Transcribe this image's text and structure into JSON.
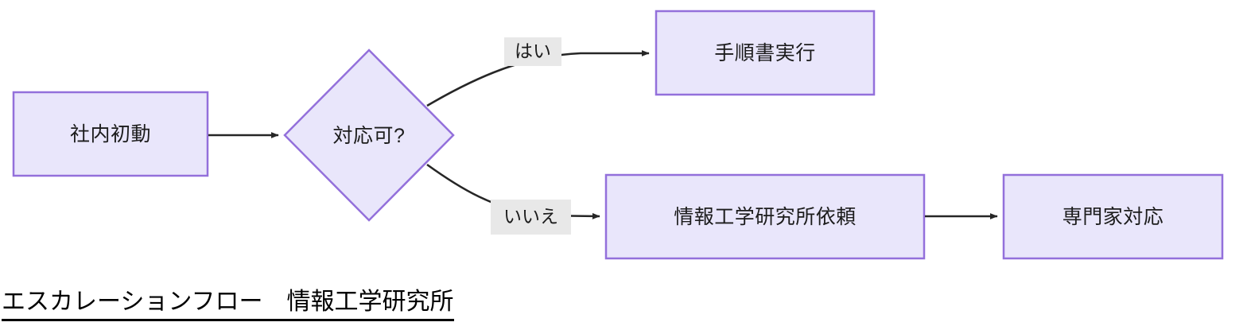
{
  "diagram": {
    "type": "flowchart",
    "direction": "left-to-right",
    "caption": "エスカレーションフロー　情報工学研究所",
    "colors": {
      "node_fill": "#e9e6fb",
      "node_border": "#9370db",
      "edge_stroke": "#262626",
      "edge_label_background": "#e8e8e8",
      "text": "#1c1c1c",
      "caption_text": "#000000",
      "background": "#ffffff"
    },
    "nodes": [
      {
        "id": "start",
        "label": "社内初動",
        "shape": "rectangle"
      },
      {
        "id": "decision",
        "label": "対応可?",
        "shape": "diamond"
      },
      {
        "id": "procedure",
        "label": "手順書実行",
        "shape": "rectangle"
      },
      {
        "id": "request",
        "label": "情報工学研究所依頼",
        "shape": "rectangle"
      },
      {
        "id": "expert",
        "label": "専門家対応",
        "shape": "rectangle"
      }
    ],
    "edges": [
      {
        "from": "start",
        "to": "decision",
        "label": "",
        "style": "straight-arrow"
      },
      {
        "from": "decision",
        "to": "procedure",
        "label": "はい",
        "style": "curved-arrow"
      },
      {
        "from": "decision",
        "to": "request",
        "label": "いいえ",
        "style": "curved-arrow"
      },
      {
        "from": "request",
        "to": "expert",
        "label": "",
        "style": "straight-arrow"
      }
    ]
  }
}
